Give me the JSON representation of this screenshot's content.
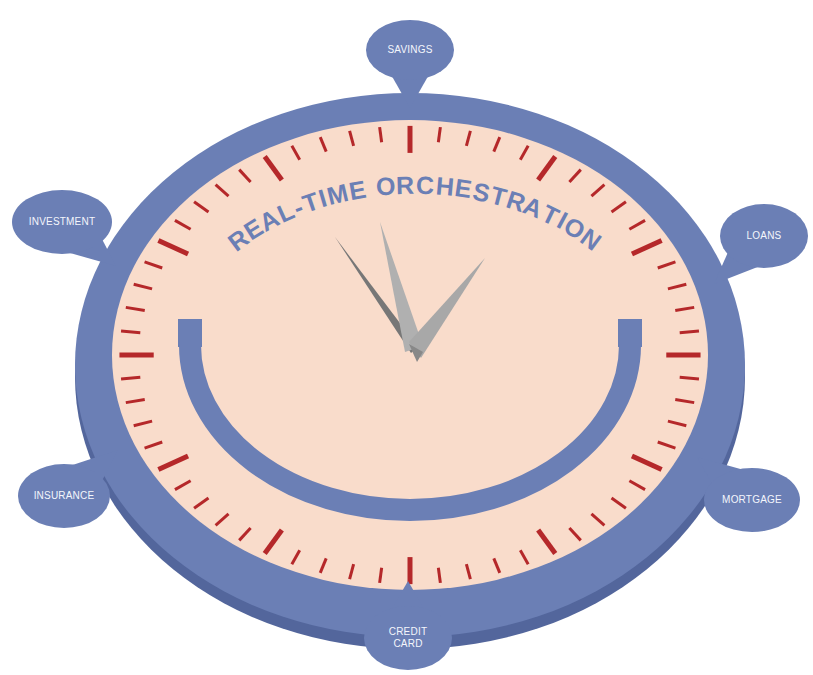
{
  "diagram": {
    "nodes": [
      {
        "text": [
          "REAL-TIME ORCHESTRATION"
        ]
      },
      {
        "text": [
          "SAVINGS"
        ]
      },
      {
        "text": [
          "LOANS"
        ]
      },
      {
        "text": [
          "MORTGAGE"
        ]
      },
      {
        "text": [
          "CREDIT CARD"
        ]
      },
      {
        "text": [
          "INSURANCE"
        ]
      },
      {
        "text": [
          "INVESTMENT"
        ]
      }
    ]
  }
}
